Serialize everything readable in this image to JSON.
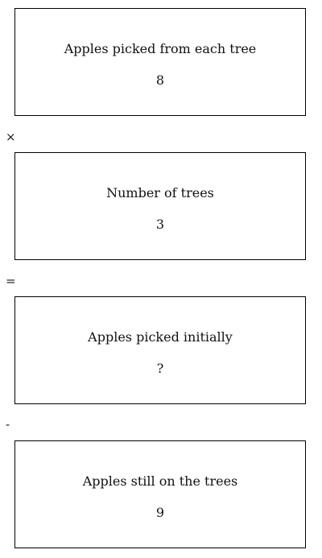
{
  "boxes": [
    {
      "label": "Apples picked from each tree",
      "value": "8"
    },
    {
      "label": "Number of trees",
      "value": "3"
    },
    {
      "label": "Apples picked initially",
      "value": "?"
    },
    {
      "label": "Apples still on the trees",
      "value": "9"
    }
  ],
  "operators": [
    "×",
    "=",
    "-"
  ]
}
